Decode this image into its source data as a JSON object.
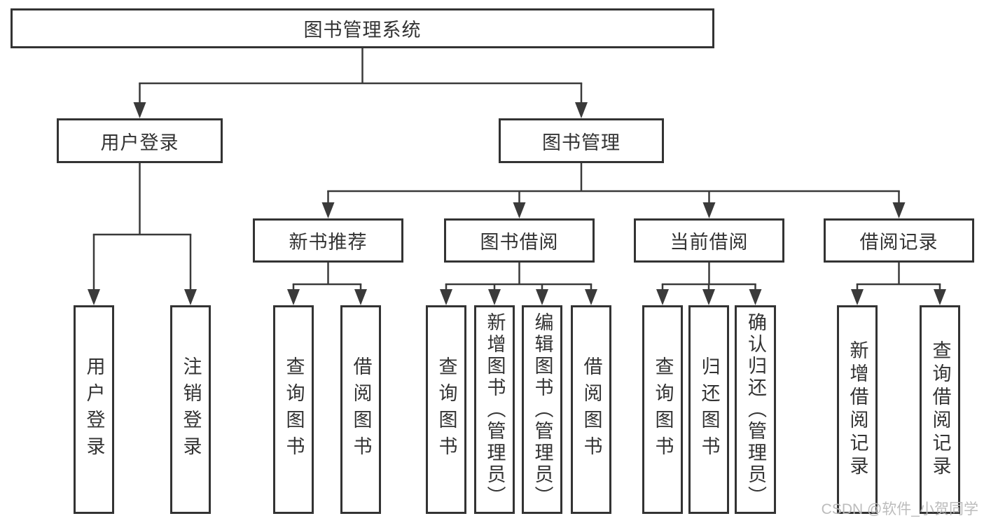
{
  "diagram": {
    "type": "tree",
    "title": "图书管理系统"
  },
  "colors": {
    "line": "#3a3a3a",
    "box_border": "#333333",
    "text": "#333333",
    "background": "#ffffff",
    "watermark": "#b8b8b8"
  },
  "watermark": {
    "text": "CSDN @软件_小贺同学"
  },
  "nodes": {
    "root": {
      "label": "图书管理系统"
    },
    "user_login": {
      "label": "用户登录"
    },
    "book_mgmt": {
      "label": "图书管理"
    },
    "new_book_rec": {
      "label": "新书推荐"
    },
    "book_borrow": {
      "label": "图书借阅"
    },
    "current_borrow": {
      "label": "当前借阅"
    },
    "borrow_record": {
      "label": "借阅记录"
    },
    "user_login_leaf": {
      "label": "用户登录"
    },
    "logout": {
      "label": "注销登录"
    },
    "rec_query_book": {
      "label": "查询图书"
    },
    "rec_borrow_book": {
      "label": "借阅图书"
    },
    "bb_query_book": {
      "label": "查询图书"
    },
    "bb_add_book": {
      "label": "新增图书（管理员）"
    },
    "bb_edit_book": {
      "label": "编辑图书（管理员）"
    },
    "bb_borrow_book": {
      "label": "借阅图书"
    },
    "cb_query_book": {
      "label": "查询图书"
    },
    "cb_return_book": {
      "label": "归还图书"
    },
    "cb_confirm_return": {
      "label": "确认归还（管理员）"
    },
    "br_add_record": {
      "label": "新增借阅记录"
    },
    "br_query_record": {
      "label": "查询借阅记录"
    }
  },
  "edges": [
    {
      "from": "root",
      "to": [
        "user_login",
        "book_mgmt"
      ]
    },
    {
      "from": "user_login",
      "to": [
        "user_login_leaf",
        "logout"
      ]
    },
    {
      "from": "book_mgmt",
      "to": [
        "new_book_rec",
        "book_borrow",
        "current_borrow",
        "borrow_record"
      ]
    },
    {
      "from": "new_book_rec",
      "to": [
        "rec_query_book",
        "rec_borrow_book"
      ]
    },
    {
      "from": "book_borrow",
      "to": [
        "bb_query_book",
        "bb_add_book",
        "bb_edit_book",
        "bb_borrow_book"
      ]
    },
    {
      "from": "current_borrow",
      "to": [
        "cb_query_book",
        "cb_return_book",
        "cb_confirm_return"
      ]
    },
    {
      "from": "borrow_record",
      "to": [
        "br_add_record",
        "br_query_record"
      ]
    }
  ]
}
